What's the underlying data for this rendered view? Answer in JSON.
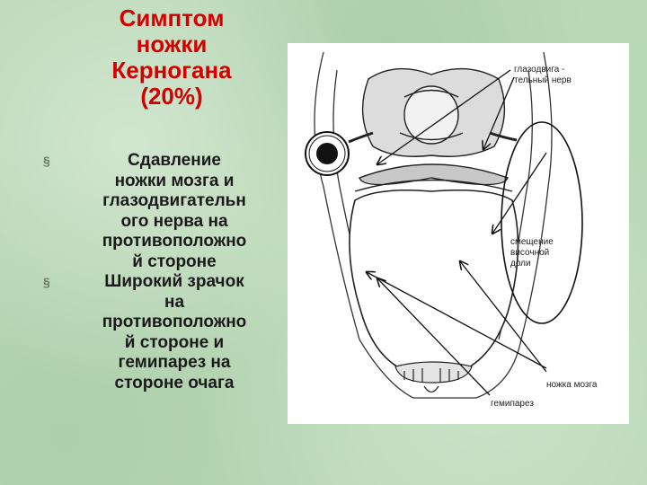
{
  "slide": {
    "title_lines": [
      "Симптом",
      "ножки",
      "Керногана",
      "(20%)"
    ],
    "bullets": [
      {
        "marker": "§",
        "lines": [
          "Сдавление",
          "ножки мозга и",
          "глазодвигательн",
          "ого нерва на",
          "противоположно",
          "й стороне"
        ]
      },
      {
        "marker": "§",
        "lines": [
          "Широкий зрачок",
          "на",
          "противоположно",
          "й стороне и",
          "гемипарез на",
          "стороне очага"
        ]
      }
    ],
    "colors": {
      "title": "#d40000",
      "background": "#b9d8b6",
      "text": "#1a1a1a"
    }
  },
  "figure": {
    "labels": {
      "oculomotor_line1": "глазодвига -",
      "oculomotor_line2": "тельный нерв",
      "shift_line1": "смещение",
      "shift_line2": "височной",
      "shift_line3": "доли",
      "peduncle": "ножка мозга",
      "hemiparesis": "гемипарез"
    }
  }
}
